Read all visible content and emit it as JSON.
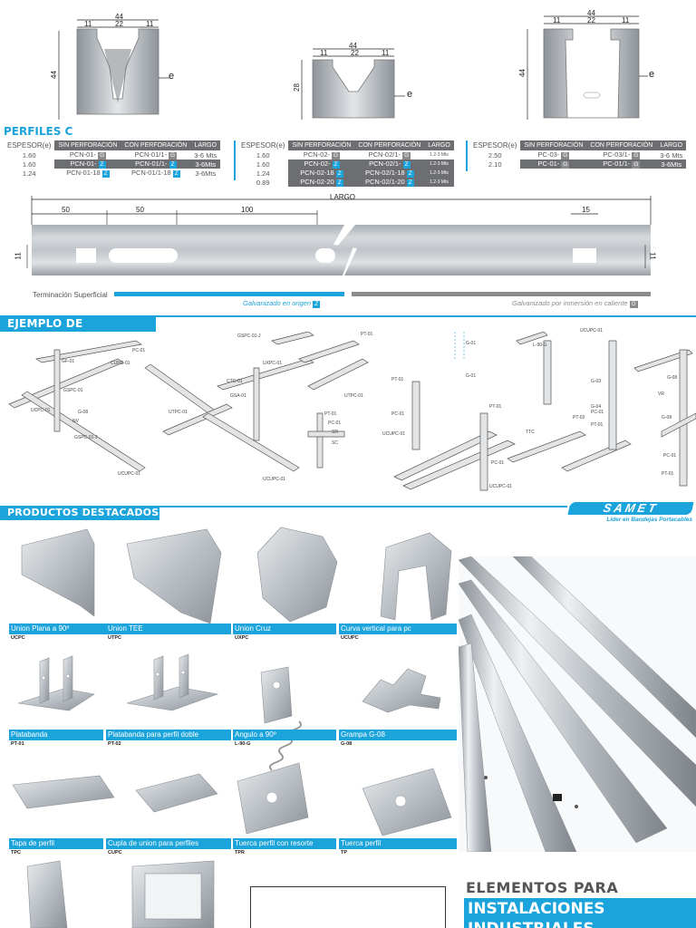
{
  "profiles_top": [
    {
      "width": "44",
      "inner": "22",
      "side_left": "11",
      "side_right": "11",
      "height": "44",
      "thickness": "e"
    },
    {
      "width": "44",
      "inner": "22",
      "side_left": "11",
      "side_right": "11",
      "height": "28",
      "thickness": "e"
    },
    {
      "width": "44",
      "inner": "22",
      "side_left": "11",
      "side_right": "11",
      "height": "44",
      "thickness": "e"
    }
  ],
  "perfiles_title": "PERFILES C",
  "tables": [
    {
      "headers": [
        "ESPESOR(e)",
        "SIN PERFORACIÓN",
        "CON PERFORACIÓN",
        "LARGO"
      ],
      "rows": [
        {
          "esp": "1.60",
          "sin": "PCN-01-",
          "sin_tag": "G",
          "con": "PCN-01/1-",
          "con_tag": "G",
          "largo": "3-6 Mts",
          "dark": false
        },
        {
          "esp": "1.60",
          "sin": "PCN-01-",
          "sin_tag": "Z",
          "con": "PCN-01/1-",
          "con_tag": "Z",
          "largo": "3-6Mts",
          "dark": true
        },
        {
          "esp": "1.24",
          "sin": "PCN-01-18",
          "sin_tag": "Z",
          "con": "PCN-01/1-18",
          "con_tag": "Z",
          "largo": "3-6Mts",
          "dark": false
        }
      ]
    },
    {
      "headers": [
        "ESPESOR(e)",
        "SIN PERFORACIÓN",
        "CON PERFORACIÓN",
        "LARGO"
      ],
      "rows": [
        {
          "esp": "1.60",
          "sin": "PCN-02-",
          "sin_tag": "G",
          "con": "PCN-02/1-",
          "con_tag": "G",
          "largo": "1.2-3 Mts",
          "dark": false
        },
        {
          "esp": "1.60",
          "sin": "PCN-02-",
          "sin_tag": "Z",
          "con": "PCN-02/1-",
          "con_tag": "Z",
          "largo": "1.2-3 Mts",
          "dark": true
        },
        {
          "esp": "1.24",
          "sin": "PCN-02-18",
          "sin_tag": "Z",
          "con": "PCN-02/1-18",
          "con_tag": "Z",
          "largo": "1.2-3 Mts",
          "dark": true
        },
        {
          "esp": "0.89",
          "sin": "PCN-02-20",
          "sin_tag": "Z",
          "con": "PCN-02/1-20",
          "con_tag": "Z",
          "largo": "1.2-3 Mts",
          "dark": true
        }
      ]
    },
    {
      "headers": [
        "ESPESOR(e)",
        "SIN PERFORACIÓN",
        "CON PERFORACIÓN",
        "LARGO"
      ],
      "rows": [
        {
          "esp": "2.50",
          "sin": "PC-03-",
          "sin_tag": "G",
          "con": "PC-03/1-",
          "con_tag": "G",
          "largo": "3-6 Mts",
          "dark": false
        },
        {
          "esp": "2.10",
          "sin": "PC-01-",
          "sin_tag": "G",
          "con": "PC-01/1-",
          "con_tag": "G",
          "largo": "3-6Mts",
          "dark": true
        }
      ]
    }
  ],
  "long_profile": {
    "largo": "LARGO",
    "d1": "50",
    "d2": "50",
    "d3": "100",
    "d4": "15",
    "h_left": "11",
    "h_right": "11",
    "terminacion": "Terminación Superficial",
    "galv_origen": "Galvanizado en origen",
    "galv_origen_tag": "Z",
    "galv_inmersion": "Galvanizado por inmersión en caliente",
    "galv_inmersion_tag": "G"
  },
  "ejemplo_title": "EJEMPLO DE INSTALACIONES",
  "install_labels": [
    "GSPC-01-J",
    "PT-01",
    "PC-01",
    "UXPC-01",
    "GF-01",
    "CUPC-01",
    "GSPC-01",
    "CTC-01",
    "UTPC-01",
    "GSA-01",
    "UCPC-01",
    "G-08",
    "NV",
    "GSPC-01-J",
    "UTPC-01",
    "UCUPC-01",
    "UCUPC-01",
    "PC-01",
    "SR",
    "SC",
    "PT-01",
    "G-01",
    "G-01",
    "PT-01",
    "PC-01",
    "UCUPC-01",
    "PT-01",
    "PC-01",
    "TTC",
    "UCUPC-01",
    "UCUPC-01",
    "L-90-G",
    "PT-02",
    "G-03",
    "G-04",
    "PC-01",
    "PT-01",
    "G-08",
    "VR",
    "G-08",
    "PC-01",
    "PT-01"
  ],
  "productos_title": "PRODUCTOS DESTACADOS",
  "brand": {
    "name": "SAMET",
    "tagline": "Lider en Bandejas Portacables"
  },
  "products": [
    {
      "name": "Union Plana a 90º",
      "code": "UCPC"
    },
    {
      "name": "Union TEE",
      "code": "UTPC"
    },
    {
      "name": "Union Cruz",
      "code": "UXPC"
    },
    {
      "name": "Curva vertical para pc",
      "code": "UCUPC"
    },
    {
      "name": "Platabanda",
      "code": "PT-01"
    },
    {
      "name": "Platabanda para perfil doble",
      "code": "PT-02"
    },
    {
      "name": "Angulo a 90º",
      "code": "L-90-G"
    },
    {
      "name": "Grampa G-08",
      "code": "G-08"
    },
    {
      "name": "Tapa de perfil",
      "code": "TPC"
    },
    {
      "name": "Cupla de union para perfiles",
      "code": "CUPC"
    },
    {
      "name": "Tuerca perfil con resorte",
      "code": "TPR"
    },
    {
      "name": "Tuerca perfil",
      "code": "TP"
    }
  ],
  "elementos": {
    "line1": "ELEMENTOS PARA",
    "line2": "INSTALACIONES",
    "line3": "INDUSTRIALES"
  },
  "colors": {
    "accent": "#1ba3dc",
    "gray": "#6d6e71",
    "metal": "#b7bcc1"
  }
}
